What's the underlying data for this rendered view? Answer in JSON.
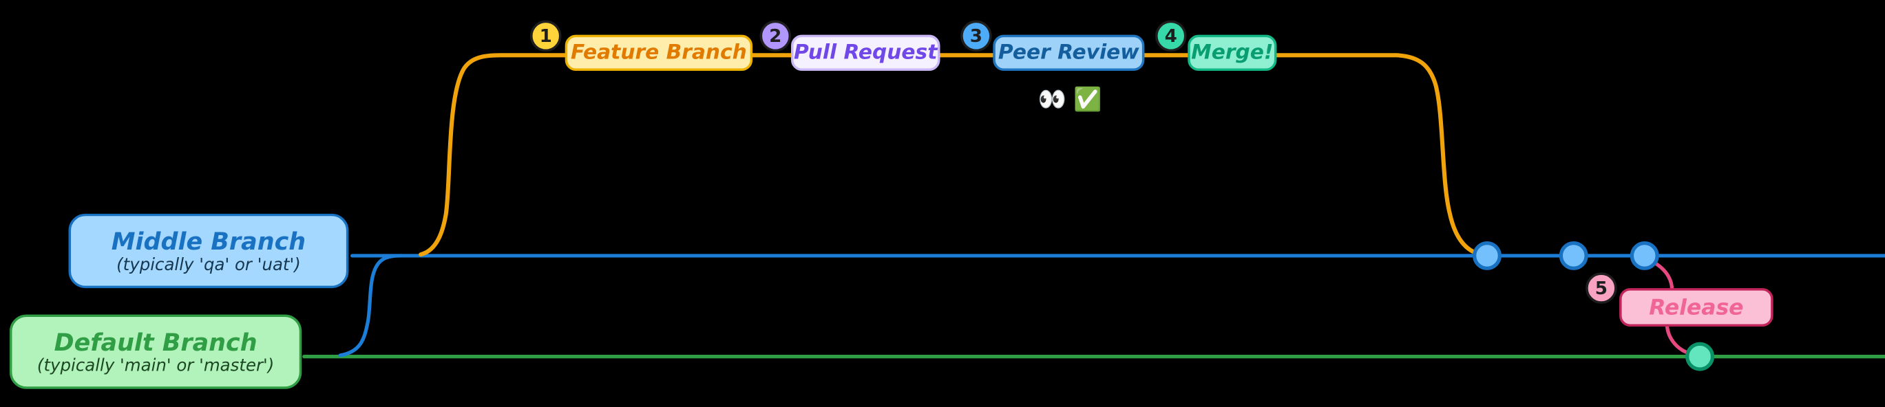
{
  "steps": [
    {
      "num": "1",
      "label": "Feature Branch"
    },
    {
      "num": "2",
      "label": "Pull Request"
    },
    {
      "num": "3",
      "label": "Peer Review"
    },
    {
      "num": "4",
      "label": "Merge!"
    },
    {
      "num": "5",
      "label": "Release"
    }
  ],
  "review": {
    "emojis": "👀 ✅"
  },
  "branches": {
    "middle": {
      "title": "Middle Branch",
      "subtitle": "(typically 'qa' or 'uat')"
    },
    "default": {
      "title": "Default Branch",
      "subtitle": "(typically 'main' or 'master')"
    }
  },
  "colors": {
    "background": "#000000",
    "feature_branch_line": "#f0a30a",
    "middle_branch_line": "#1c7ed6",
    "default_branch_line": "#2f9e44",
    "release_line": "#e64980",
    "commit_dot_fill": "#74c0fc",
    "commit_dot_stroke": "#1971c2",
    "merge_dot_fill": "#63e6be",
    "merge_dot_stroke": "#099268",
    "badge_1": "#ffd43b",
    "badge_2": "#b197fc",
    "badge_3": "#4dabf7",
    "badge_4": "#38d9a9",
    "badge_5": "#faa2c1"
  }
}
